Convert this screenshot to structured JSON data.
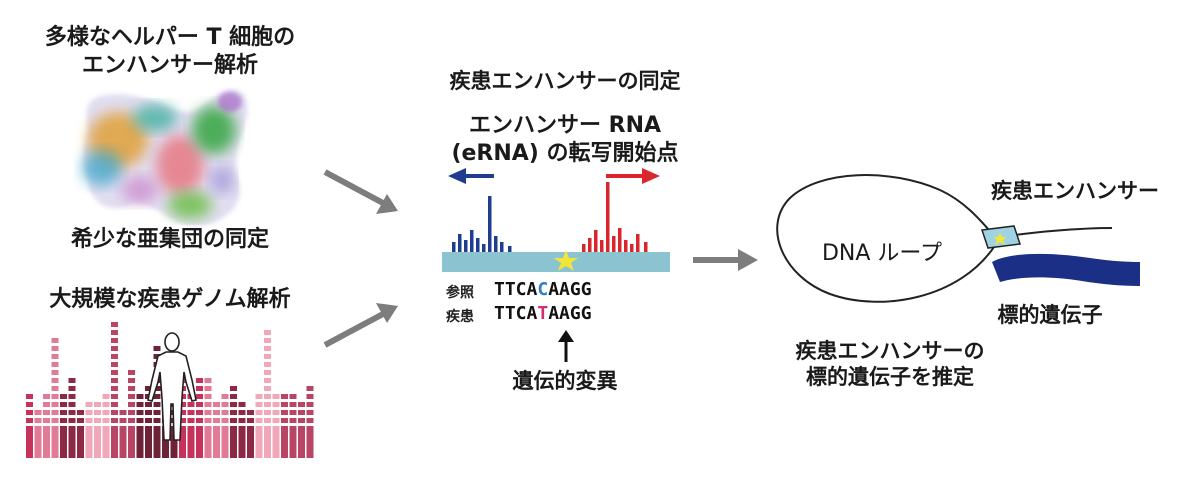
{
  "left": {
    "title_line1": "多様なヘルパー T 細胞の",
    "title_line2": "エンハンサー解析",
    "rare_label": "希少な亜集団の同定",
    "gwas_label": "大規模な疾患ゲノム解析"
  },
  "center": {
    "title": "疾患エンハンサーの同定",
    "erna_line1": "エンハンサー RNA",
    "erna_line2": "(eRNA) の転写開始点",
    "ref_label": "参照",
    "ref_seq_before": "TTCA",
    "ref_seq_base": "C",
    "ref_seq_after": "AAGG",
    "dis_label": "疾患",
    "dis_seq_before": "TTCA",
    "dis_seq_base": "T",
    "dis_seq_after": "AAGG",
    "variant_label": "遺伝的変異"
  },
  "right": {
    "enhancer_label": "疾患エンハンサー",
    "dna_loop_label": "DNA ループ",
    "target_gene_label": "標的遺伝子",
    "infer_line1": "疾患エンハンサーの",
    "infer_line2": "標的遺伝子を推定"
  },
  "colors": {
    "arrow_gray": "#7d7d7d",
    "strand_blue": "#1f3d8f",
    "strand_red": "#d9262b",
    "track_bar": "#8cc3d1",
    "star": "#f2e53a",
    "gene_navy": "#1b2f86",
    "enhancer_box": "#9fd3e3",
    "ref_base": "#2a7fc7",
    "variant_base": "#d0306e"
  }
}
